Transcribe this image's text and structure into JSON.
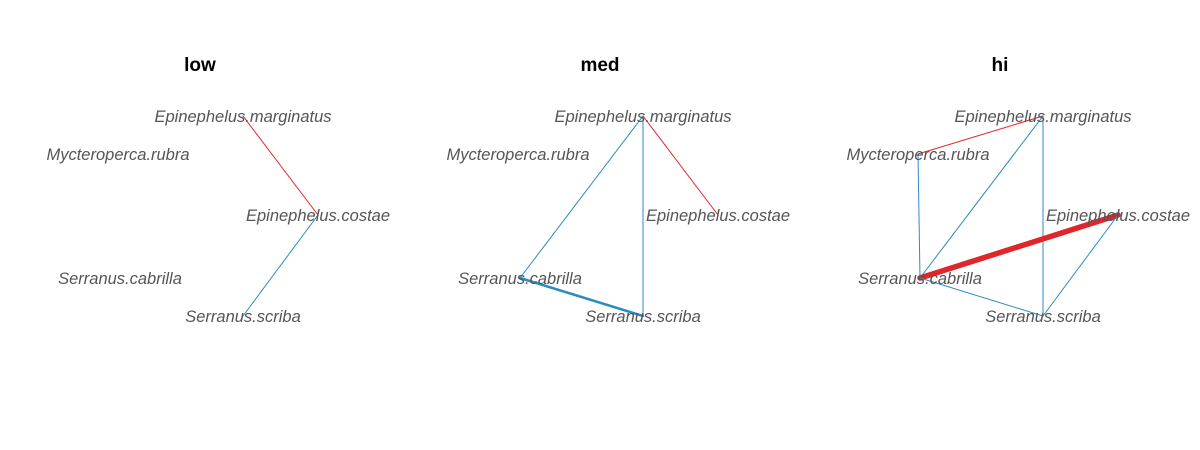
{
  "colors": {
    "positive": "#e0262b",
    "negative": "#2b8cbe",
    "label": "#555555"
  },
  "panels": [
    {
      "title": "low",
      "edges": [
        {
          "from": "Epinephelus.marginatus",
          "to": "Epinephelus.costae",
          "sign": "positive",
          "weight": 1
        },
        {
          "from": "Epinephelus.costae",
          "to": "Serranus.scriba",
          "sign": "negative",
          "weight": 1
        }
      ]
    },
    {
      "title": "med",
      "edges": [
        {
          "from": "Epinephelus.marginatus",
          "to": "Epinephelus.costae",
          "sign": "positive",
          "weight": 1
        },
        {
          "from": "Epinephelus.marginatus",
          "to": "Serranus.cabrilla",
          "sign": "negative",
          "weight": 1
        },
        {
          "from": "Epinephelus.marginatus",
          "to": "Serranus.scriba",
          "sign": "negative",
          "weight": 1
        },
        {
          "from": "Serranus.cabrilla",
          "to": "Serranus.scriba",
          "sign": "negative",
          "weight": 2.5
        }
      ]
    },
    {
      "title": "hi",
      "edges": [
        {
          "from": "Mycteroperca.rubra",
          "to": "Epinephelus.marginatus",
          "sign": "positive",
          "weight": 1
        },
        {
          "from": "Mycteroperca.rubra",
          "to": "Serranus.cabrilla",
          "sign": "negative",
          "weight": 1
        },
        {
          "from": "Epinephelus.marginatus",
          "to": "Serranus.cabrilla",
          "sign": "negative",
          "weight": 1
        },
        {
          "from": "Epinephelus.marginatus",
          "to": "Serranus.scriba",
          "sign": "negative",
          "weight": 1
        },
        {
          "from": "Serranus.cabrilla",
          "to": "Epinephelus.costae",
          "sign": "positive",
          "weight": 5.5
        },
        {
          "from": "Serranus.cabrilla",
          "to": "Serranus.scriba",
          "sign": "negative",
          "weight": 1
        },
        {
          "from": "Epinephelus.costae",
          "to": "Serranus.scriba",
          "sign": "negative",
          "weight": 1
        }
      ]
    }
  ],
  "nodes": [
    "Epinephelus.marginatus",
    "Mycteroperca.rubra",
    "Epinephelus.costae",
    "Serranus.cabrilla",
    "Serranus.scriba"
  ]
}
